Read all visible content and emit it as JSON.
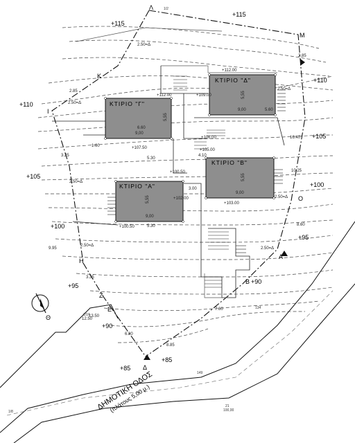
{
  "buildings": [
    {
      "label": "ΚΤΙΡΙΟ \"Γ\"",
      "width_dim": "9,00",
      "depth_dim": "5,55"
    },
    {
      "label": "ΚΤΙΡΙΟ \"Δ\"",
      "width_dim": "9,00",
      "depth_dim": "5,55"
    },
    {
      "label": "ΚΤΙΡΙΟ \"Α\"",
      "width_dim": "9,00",
      "depth_dim": "5,55"
    },
    {
      "label": "ΚΤΙΡΙΟ \"Β\"",
      "width_dim": "9,00",
      "depth_dim": "5,55"
    }
  ],
  "contour_labels": [
    "+115",
    "+115",
    "+110",
    "+110",
    "+105",
    "+105",
    "+100",
    "+100",
    "+95",
    "+95",
    "+90",
    "+90",
    "+85",
    "+85"
  ],
  "point_labels": [
    "Λ",
    "Μ",
    "Κ",
    "Ι",
    "Ο",
    "Η",
    "Ζ",
    "Ε",
    "Α",
    "Β",
    "Δ",
    "Θ"
  ],
  "level_marks": [
    "+112.00",
    "+112.00",
    "+109.00",
    "+107.50",
    "+106.00",
    "+105.00",
    "+103.00",
    "+102.00",
    "+100.50",
    "+100.50"
  ],
  "dimension_notes": [
    "2.50=Δ",
    "2.50=Δ",
    "2.50=Δ",
    "2.50=Δ",
    "2.50=Δ",
    "2.50=Δ",
    "2.50=Δ",
    "5.30",
    "5.30",
    "3.00",
    "4.10",
    "16.40",
    "10.25",
    "7.60",
    "6.80",
    "8.85",
    "9.95",
    "2.85",
    "2.85",
    "1.60",
    "3.25",
    "13.50",
    "12.50",
    "5.60",
    "8.60",
    "6.60",
    "3.35"
  ],
  "road": {
    "name": "ΔΗΜΟΤΙΚΗ ΟΔΟΣ",
    "width_note": "(πλάτους 5,00 μ.)"
  },
  "survey_marks": [
    "21",
    "100,00",
    "1/2",
    "1/8",
    "1/16",
    "149",
    "134"
  ],
  "north_label": "Θ"
}
